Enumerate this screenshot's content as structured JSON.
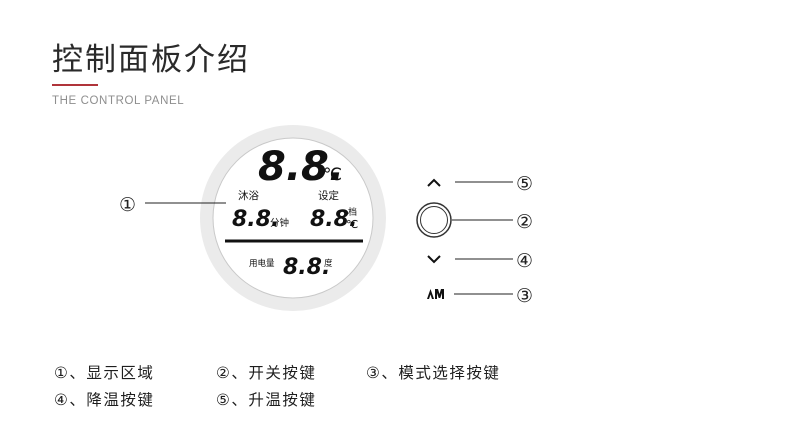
{
  "header": {
    "title": "控制面板介绍",
    "subtitle": "THE CONTROL PANEL"
  },
  "display": {
    "temp_value": "8.8.",
    "temp_unit": "℃",
    "bath_label": "沐浴",
    "timer_value": "8.8.",
    "timer_unit": "分钟",
    "setting_label": "设定",
    "setting_value": "8.8.",
    "setting_unit_top": "档",
    "setting_unit_bottom": "℃",
    "power_label": "用电量",
    "power_value": "8.8.",
    "power_unit": "度"
  },
  "callouts": {
    "display": "①",
    "up": "⑤",
    "center": "②",
    "down": "④",
    "mode": "③"
  },
  "buttons": {
    "up_icon": "^",
    "down_icon": "v",
    "mode_icon": "A M"
  },
  "legend": [
    "①、显示区域",
    "②、开关按键",
    "③、模式选择按键",
    "④、降温按键",
    "⑤、升温按键"
  ],
  "colors": {
    "accent": "#b0343a",
    "ring": "#e8e8e8",
    "line": "#222222"
  }
}
